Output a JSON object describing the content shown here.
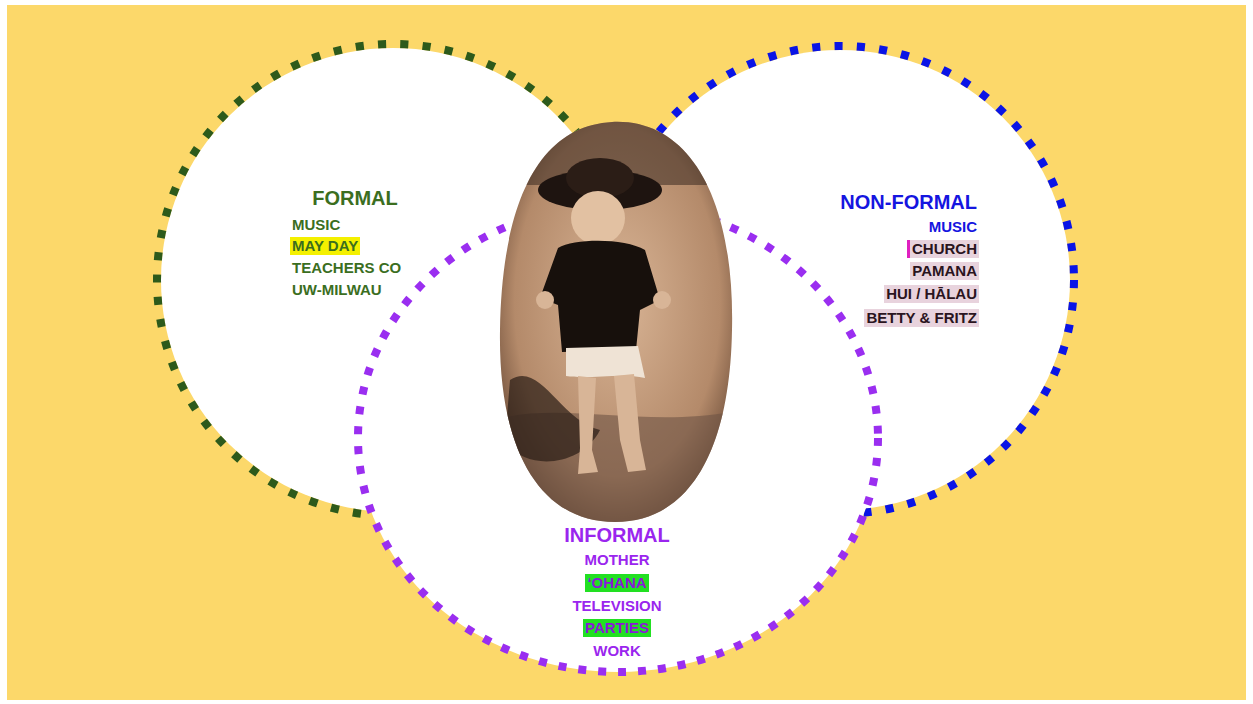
{
  "diagram": {
    "nodes": [
      {
        "text": [
          "FORMAL",
          "MUSIC",
          "MAY DAY",
          "TEACHERS CO",
          "UW-MILWAU"
        ]
      },
      {
        "text": [
          "NON-FORMAL",
          "MUSIC",
          "CHURCH",
          "PAMANA",
          "HUI / HĀLAU",
          "BETTY & FRITZ"
        ]
      },
      {
        "text": [
          "INFORMAL",
          "MOTHER",
          "ʻOHANA",
          "TELEVISION",
          "PARTIES",
          "WORK"
        ]
      }
    ]
  }
}
